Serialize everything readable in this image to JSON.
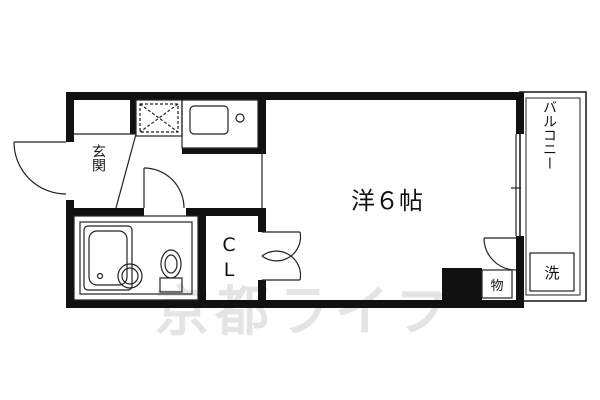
{
  "rooms": {
    "main_room": "洋６帖",
    "entrance": "玄関",
    "closet_top": "C",
    "closet_bottom": "L",
    "balcony": "バルコニー",
    "laundry": "洗",
    "storage": "物"
  },
  "watermark": "京都ライフ"
}
